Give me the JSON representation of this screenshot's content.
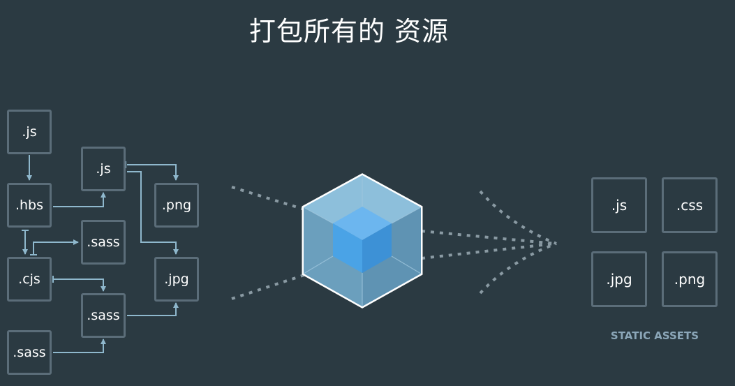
{
  "title": "打包所有的 资源",
  "source_files": [
    ".js",
    ".hbs",
    ".cjs",
    ".sass",
    ".js",
    ".sass",
    ".sass",
    ".png",
    ".jpg"
  ],
  "static_assets": {
    "items": [
      ".js",
      ".css",
      ".jpg",
      ".png"
    ],
    "caption": "STATIC ASSETS"
  },
  "colors": {
    "background": "#2b3a42",
    "box_border": "#5b6d79",
    "arrow": "#8fb8cd",
    "dotted": "#8a9aa3",
    "cube_outer": "#8ed6fb",
    "cube_inner": "#1c78c0",
    "caption": "#8ba6b8"
  }
}
